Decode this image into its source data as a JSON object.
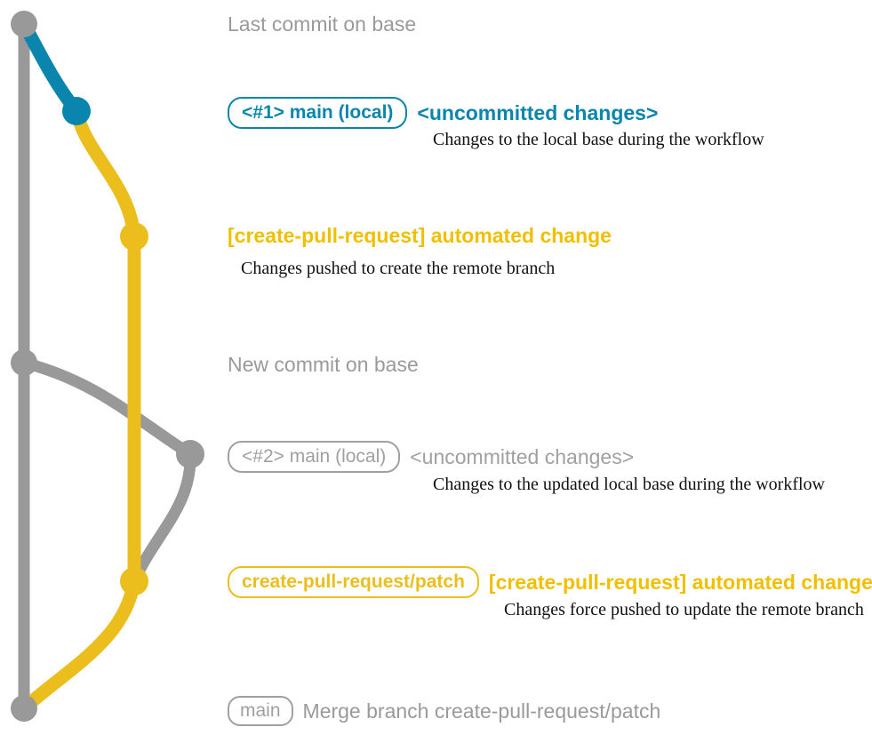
{
  "diagram": {
    "title": "git commit graph",
    "colors": {
      "base": "#999999",
      "local": "#0a85ad",
      "remote": "#ecbe1d",
      "body": "#111111",
      "background": "#ffffff"
    },
    "entries": [
      {
        "id": "last-commit-on-base",
        "badge": null,
        "badge_style": "none",
        "subject": "Last commit on base",
        "subject_style": "plain",
        "body": null,
        "node_color": "#999999"
      },
      {
        "id": "local-1",
        "badge": "<#1> main (local)",
        "badge_style": "blue",
        "subject": "<uncommitted changes>",
        "subject_style": "blue",
        "body": "Changes to the local base during the workflow",
        "node_color": "#0a85ad"
      },
      {
        "id": "automated-change-1",
        "badge": null,
        "badge_style": "none",
        "subject": "[create-pull-request] automated change",
        "subject_style": "yellow",
        "body": "Changes pushed to create the remote branch",
        "node_color": "#ecbe1d"
      },
      {
        "id": "new-commit-on-base",
        "badge": null,
        "badge_style": "none",
        "subject": "New commit on base",
        "subject_style": "plain",
        "body": null,
        "node_color": "#999999"
      },
      {
        "id": "local-2",
        "badge": "<#2> main (local)",
        "badge_style": "gray",
        "subject": "<uncommitted changes>",
        "subject_style": "gray",
        "body": "Changes to the updated local base during the workflow",
        "node_color": "#999999"
      },
      {
        "id": "automated-change-2",
        "badge": "create-pull-request/patch",
        "badge_style": "yellow",
        "subject": "[create-pull-request] automated change",
        "subject_style": "yellow",
        "body": "Changes force pushed to update the remote branch",
        "node_color": "#ecbe1d"
      },
      {
        "id": "merge-commit",
        "badge": "main",
        "badge_style": "gray",
        "subject": "Merge branch create-pull-request/patch",
        "subject_style": "plain",
        "body": null,
        "node_color": "#999999"
      }
    ]
  }
}
